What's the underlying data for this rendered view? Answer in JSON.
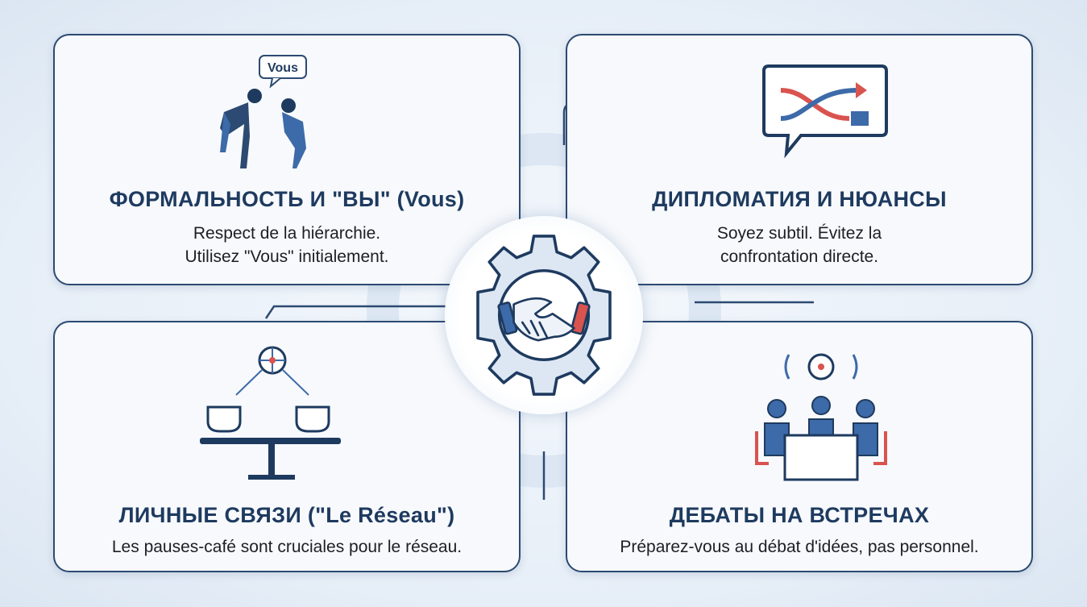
{
  "cards": [
    {
      "title": "ФОРМАЛЬНОСТЬ И \"ВЫ\" (Vous)",
      "body": [
        "Respect de la hiérarchie.",
        "Utilisez \"Vous\" initialement."
      ],
      "icon_label": "Vous"
    },
    {
      "title": "ДИПЛОМАТИЯ И НЮАНСЫ",
      "body": [
        "Soyez subtil. Évitez la",
        "confrontation directe."
      ]
    },
    {
      "title": "ЛИЧНЫЕ СВЯЗИ (\"Le Réseau\")",
      "body": [
        "Les pauses-café sont cruciales pour le réseau."
      ]
    },
    {
      "title": "ДЕБАТЫ НА ВСТРЕЧАХ",
      "body": [
        "Préparez-vous au débat d'idées, pas personnel."
      ]
    }
  ],
  "colors": {
    "navy": "#1e3a5f",
    "blue": "#3d6aa8",
    "red": "#d9534f",
    "light": "#dce7f3"
  }
}
